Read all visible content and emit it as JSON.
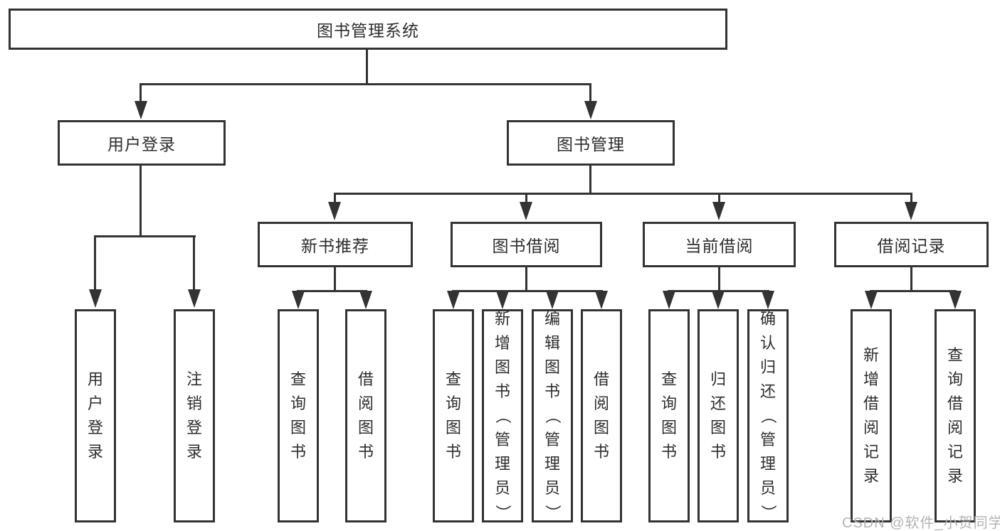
{
  "tree": {
    "root": {
      "label": "图书管理系统"
    },
    "branches": [
      {
        "label": "用户登录",
        "leaves": [
          {
            "label": "用户登录"
          },
          {
            "label": "注销登录"
          }
        ]
      },
      {
        "label": "图书管理",
        "groups": [
          {
            "label": "新书推荐",
            "leaves": [
              {
                "label": "查询图书"
              },
              {
                "label": "借阅图书"
              }
            ]
          },
          {
            "label": "图书借阅",
            "leaves": [
              {
                "label": "查询图书"
              },
              {
                "label": "新增图书（管理员）"
              },
              {
                "label": "编辑图书（管理员）"
              },
              {
                "label": "借阅图书"
              }
            ]
          },
          {
            "label": "当前借阅",
            "leaves": [
              {
                "label": "查询图书"
              },
              {
                "label": "归还图书"
              },
              {
                "label": "确认归还（管理员）"
              }
            ]
          },
          {
            "label": "借阅记录",
            "leaves": [
              {
                "label": "新增借阅记录"
              },
              {
                "label": "查询借阅记录"
              }
            ]
          }
        ]
      }
    ]
  },
  "watermark": {
    "text": "CSDN @软件_小贺同学"
  },
  "colors": {
    "line": "#333333",
    "text": "#2d2d2d",
    "watermark": "#b3b3b3",
    "background": "#ffffff"
  }
}
